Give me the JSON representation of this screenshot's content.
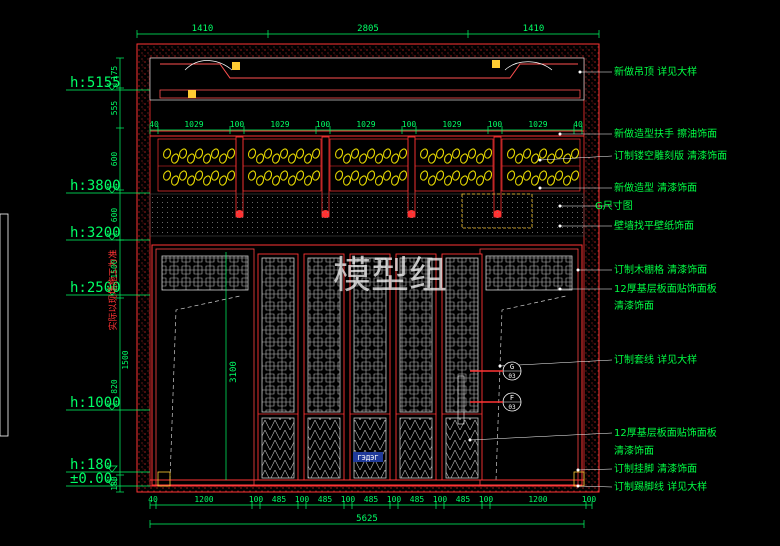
{
  "dimensions": {
    "top": [
      "1410",
      "2805",
      "1410"
    ],
    "left_vertical": [
      "175",
      "555",
      "600",
      "600",
      "1500",
      "820",
      "180"
    ],
    "panel_widths": [
      "40",
      "1029",
      "100",
      "1029",
      "100",
      "1029",
      "100",
      "1029",
      "100",
      "1029",
      "40"
    ],
    "bottom": [
      "40",
      "1200",
      "100",
      "485",
      "100",
      "485",
      "100",
      "485",
      "100",
      "485",
      "100",
      "485",
      "100",
      "1200",
      "100"
    ],
    "bottom_total": "5625",
    "door_height": "3100",
    "cabinet_height": "1500"
  },
  "levels": [
    {
      "label": "h:5155"
    },
    {
      "label": "h:3800"
    },
    {
      "label": "h:3200"
    },
    {
      "label": "h:2500"
    },
    {
      "label": "h:1000"
    },
    {
      "label": "h:180"
    },
    {
      "label": "±0.00"
    }
  ],
  "watermark": "模型组",
  "vertical_note": "实际以现场施工为准",
  "callouts": [
    {
      "text": "新做吊顶  详见大样"
    },
    {
      "text": "新做造型扶手  擦油饰面"
    },
    {
      "text": "订制镂空雕刻版  清漆饰面"
    },
    {
      "text": "新做造型  清漆饰面"
    },
    {
      "text": "G尺寸图"
    },
    {
      "text": "壁墙找平壁纸饰面"
    },
    {
      "text": "订制木棚格  清漆饰面"
    },
    {
      "text": "12厚基层板面贴饰面板"
    },
    {
      "text": "清漆饰面"
    },
    {
      "text": "订制套线  详见大样"
    },
    {
      "text": "12厚基层板面贴饰面板"
    },
    {
      "text": "清漆饰面"
    },
    {
      "text": "订制挂脚  清漆饰面"
    },
    {
      "text": "订制踢脚线  详见大样"
    }
  ],
  "section_marks": [
    {
      "letter": "G",
      "num": "03"
    },
    {
      "letter": "F",
      "num": "03"
    }
  ],
  "small_tag": "ГЭДЭГ",
  "colors": {
    "background": "#000000",
    "dimension": "#00ff66",
    "level": "#00ff66",
    "callout": "#00ff44",
    "frame": "#ff3333",
    "carving": "#e6d800",
    "lattice": "#c8c8c8",
    "wall": "#ffffff",
    "leader": "#ffffff"
  }
}
